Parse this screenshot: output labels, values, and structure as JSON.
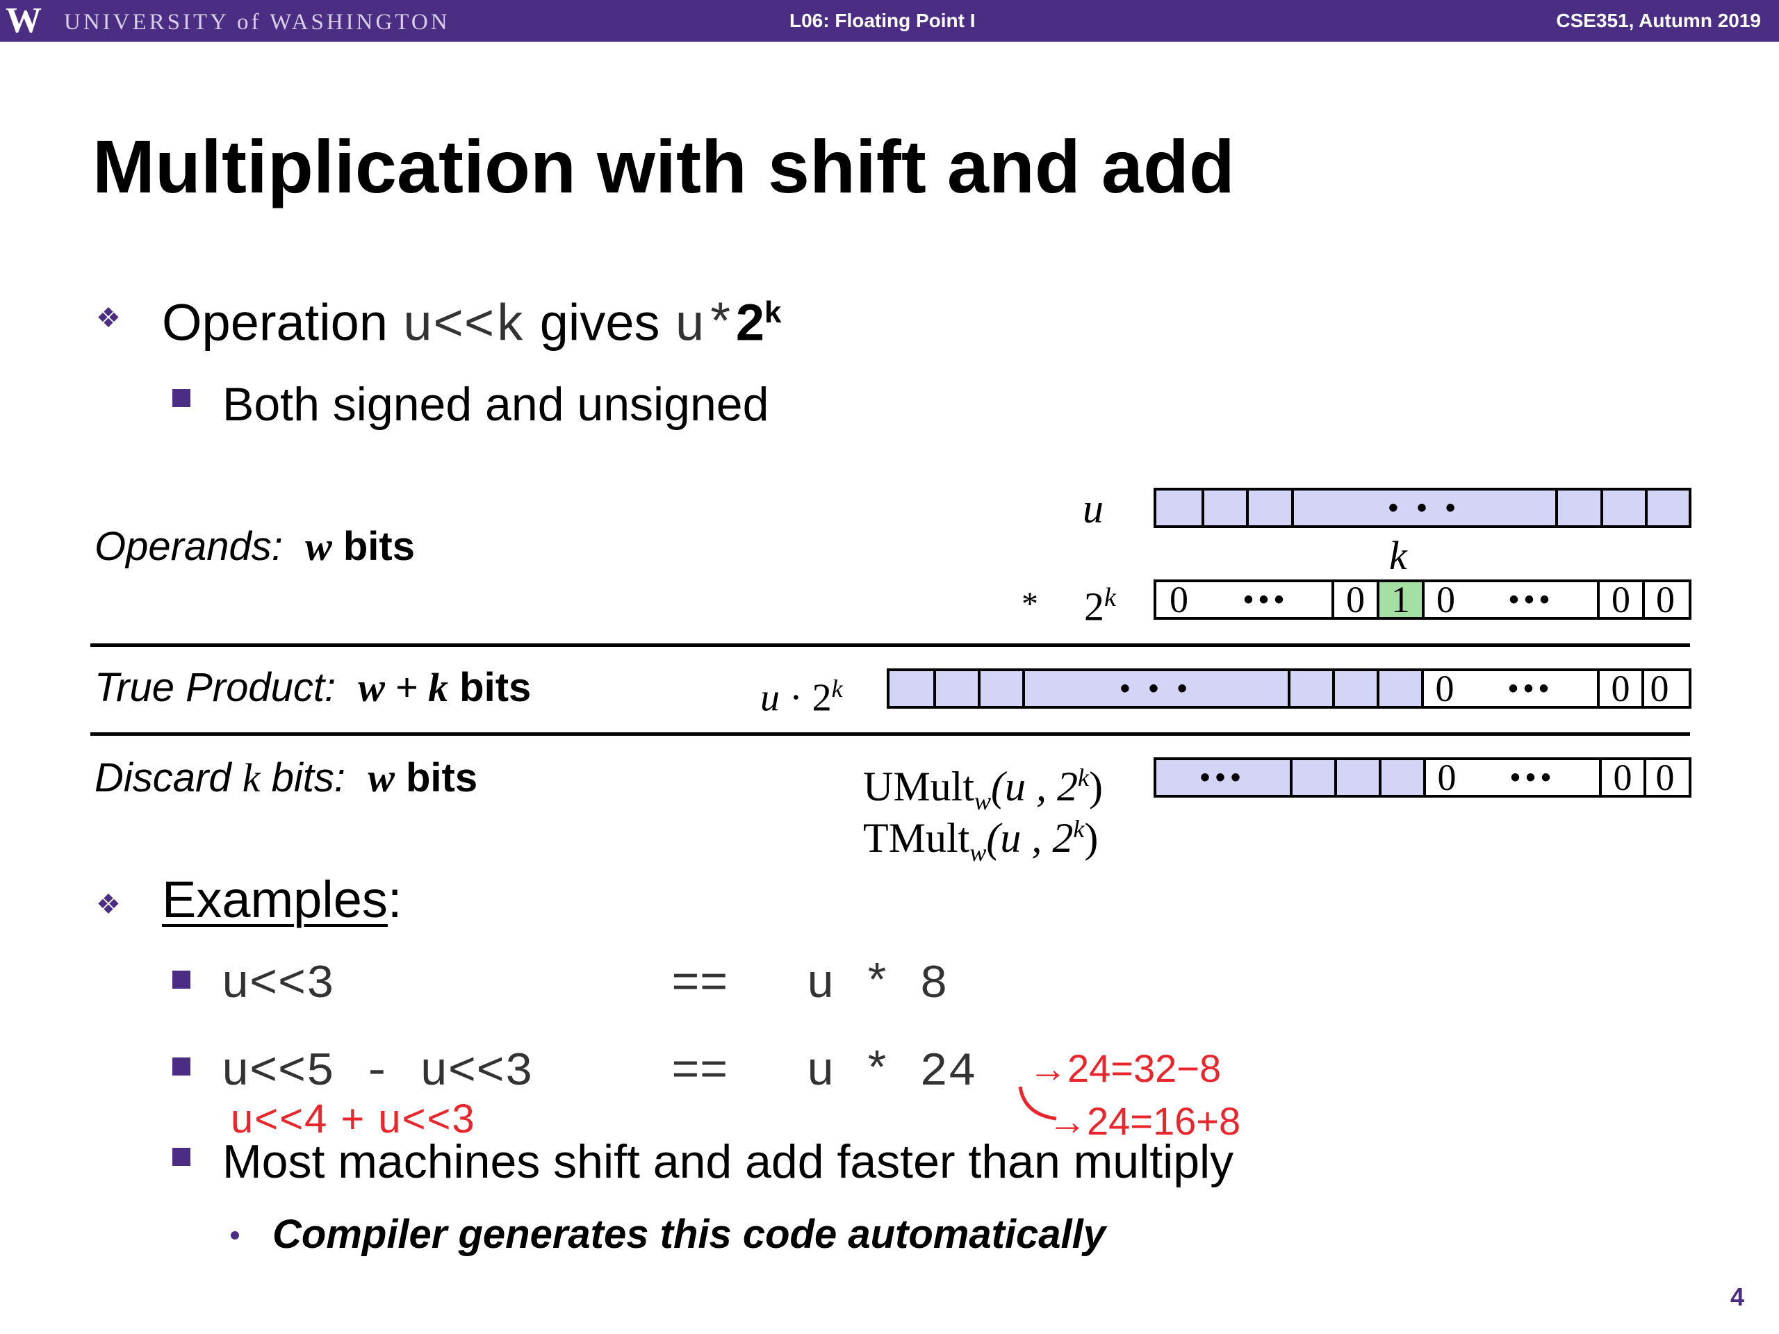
{
  "header": {
    "logo": "W",
    "university": "UNIVERSITY of WASHINGTON",
    "lecture": "L06:  Floating Point I",
    "course": "CSE351, Autumn 2019"
  },
  "title": "Multiplication with shift and add",
  "bullet1": {
    "text_prefix": "Operation ",
    "code1": "u<<k",
    "text_mid": " gives ",
    "code2": "u*",
    "power_base": "2",
    "power_exp": "k",
    "sub": "Both signed and unsigned"
  },
  "diagram": {
    "operands_label_italic": "Operands:  ",
    "operands_label_w": "w",
    "operands_label_bits": " bits",
    "u_label": "u",
    "k_label": "k",
    "times": "*",
    "pow_base": "2",
    "pow_exp": "k",
    "true_label_italic": "True Product:  ",
    "true_label_wk": "w + k",
    "true_label_bits": " bits",
    "prod_label_u": "u",
    "prod_label_dot": " · ",
    "prod_label_base": "2",
    "prod_label_exp": "k",
    "discard_label_italic": "Discard ",
    "discard_label_k": "k",
    "discard_label_italic2": " bits:  ",
    "discard_label_w": "w",
    "discard_label_bits": " bits",
    "umult": "UMult",
    "tmult": "TMult",
    "mult_sub": "w",
    "mult_args_open": "(u , 2",
    "mult_args_exp": "k",
    "mult_args_close": ")",
    "dots": "• • •",
    "dots_tight": "•••",
    "zero": "0",
    "one": "1"
  },
  "examples": {
    "heading": "Examples",
    "colon": ":",
    "ex1_left": "u<<3",
    "ex1_eq": "==",
    "ex1_right": "u * 8",
    "ex2_left": "u<<5 - u<<3",
    "ex2_eq": "==",
    "ex2_right": "u * 24",
    "note1": "→24=32−8",
    "note2": "→24=16+8",
    "note3": "u<<4 + u<<3",
    "bullet3": "Most machines shift and add faster than multiply",
    "sub_bullet": "Compiler generates this code automatically"
  },
  "page_number": "4",
  "colors": {
    "header": "#4b2e83",
    "cell_fill": "#d4d4f6",
    "highlight": "#a4e0a4",
    "annotation": "#e8262b"
  }
}
